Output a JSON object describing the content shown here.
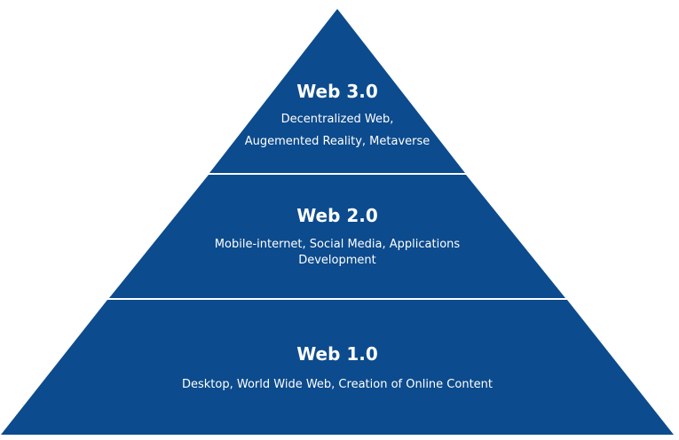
{
  "colors": {
    "tier_fill": "#0c4b8d",
    "divider": "#ffffff",
    "text": "#ffffff",
    "background": "#ffffff"
  },
  "tiers": [
    {
      "title": "Web 3.0",
      "description_lines": [
        "Decentralized Web,",
        "Augemented Reality, Metaverse"
      ]
    },
    {
      "title": "Web 2.0",
      "description_lines": [
        "Mobile-internet,  Social Media, Applications",
        "Development"
      ]
    },
    {
      "title": "Web 1.0",
      "description_lines": [
        "Desktop, World Wide Web, Creation of Online Content"
      ]
    }
  ]
}
